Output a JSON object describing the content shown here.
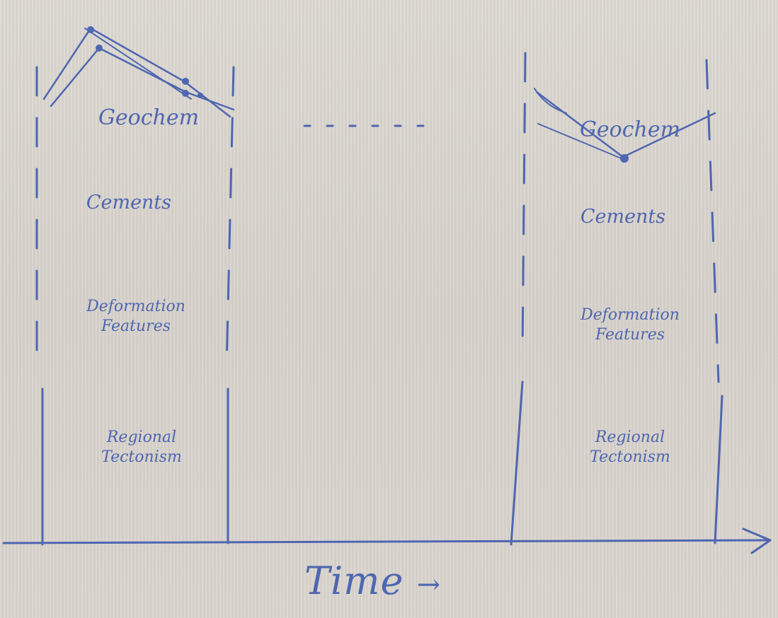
{
  "left_panel": {
    "geochem": "Geochem",
    "cements": "Cements",
    "deformation": "Deformation\nFeatures",
    "regional": "Regional\nTectonism"
  },
  "right_panel": {
    "geochem": "Geochem",
    "cements": "Cements",
    "deformation": "Deformation\nFeatures",
    "regional": "Regional\nTectonism"
  },
  "axis": {
    "label": "Time",
    "arrow": "→"
  },
  "colors": {
    "ink": "#4f66b0",
    "paper": "#d8d3cc"
  }
}
